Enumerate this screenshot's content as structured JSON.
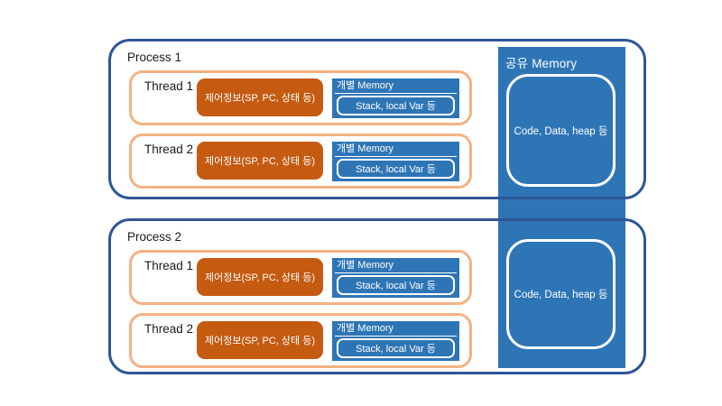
{
  "colors": {
    "process_border": "#2F5597",
    "thread_border": "#F4B183",
    "control_fill": "#C55A11",
    "memory_fill": "#2E75B6",
    "text_on_fill": "#FFFFFF",
    "label_text": "#1A1A1A"
  },
  "shared_memory": {
    "title": "공유 Memory",
    "blocks": [
      {
        "label": "Code, Data, heap 등"
      },
      {
        "label": "Code, Data, heap 등"
      }
    ]
  },
  "processes": [
    {
      "name": "Process 1",
      "threads": [
        {
          "name": "Thread 1",
          "control_info": "제어정보(SP, PC, 상태 등)",
          "memory_title": "개별 Memory",
          "stack_label": "Stack, local Var 등"
        },
        {
          "name": "Thread 2",
          "control_info": "제어정보(SP, PC, 상태 등)",
          "memory_title": "개별 Memory",
          "stack_label": "Stack, local Var 등"
        }
      ]
    },
    {
      "name": "Process 2",
      "threads": [
        {
          "name": "Thread 1",
          "control_info": "제어정보(SP, PC, 상태 등)",
          "memory_title": "개별 Memory",
          "stack_label": "Stack, local Var 등"
        },
        {
          "name": "Thread 2",
          "control_info": "제어정보(SP, PC, 상태 등)",
          "memory_title": "개별 Memory",
          "stack_label": "Stack, local Var 등"
        }
      ]
    }
  ]
}
